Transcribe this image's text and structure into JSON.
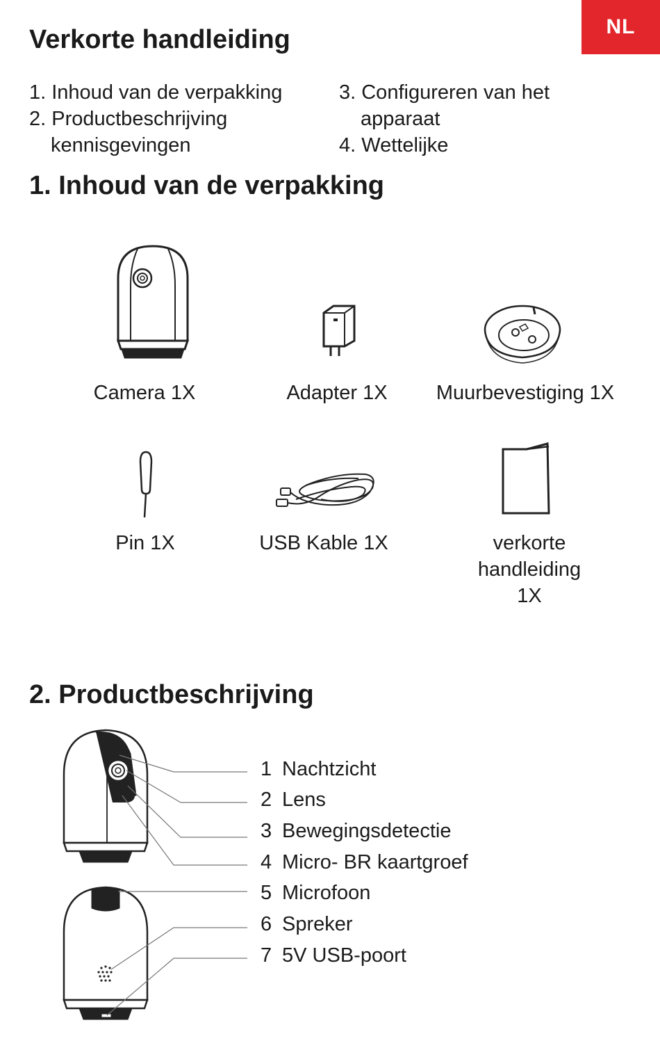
{
  "language_badge": "NL",
  "title": "Verkorte handleiding",
  "toc": {
    "left": [
      {
        "text": "1. Inhoud van de verpakking"
      },
      {
        "text": "2. Productbeschrijving"
      },
      {
        "text": "kennisgevingen"
      }
    ],
    "right": [
      {
        "text": "3. Configureren van het"
      },
      {
        "text": "apparaat"
      },
      {
        "text": "4. Wettelijke"
      }
    ]
  },
  "section1": {
    "heading": "1. Inhoud van de verpakking",
    "items": [
      {
        "label": "Camera 1X",
        "icon": "camera-icon"
      },
      {
        "label": "Adapter 1X",
        "icon": "adapter-icon"
      },
      {
        "label": "Muurbevestiging 1X",
        "icon": "wall-mount-icon"
      },
      {
        "label": "Pin 1X",
        "icon": "pin-icon"
      },
      {
        "label": "USB Kable 1X",
        "icon": "usb-cable-icon"
      },
      {
        "label_lines": [
          "verkorte",
          "handleiding",
          "1X"
        ],
        "icon": "booklet-icon"
      }
    ]
  },
  "section2": {
    "heading": "2. Productbeschrijving",
    "parts": [
      {
        "num": "1",
        "label": "Nachtzicht"
      },
      {
        "num": "2",
        "label": "Lens"
      },
      {
        "num": "3",
        "label": "Bewegingsdetectie"
      },
      {
        "num": "4",
        "label": "Micro- BR kaartgroef"
      },
      {
        "num": "5",
        "label": "Microfoon"
      },
      {
        "num": "6",
        "label": "Spreker"
      },
      {
        "num": "7",
        "label": "5V USB-poort"
      }
    ]
  },
  "colors": {
    "accent": "#e3262b",
    "text": "#1a1a1a",
    "line": "#222222"
  }
}
